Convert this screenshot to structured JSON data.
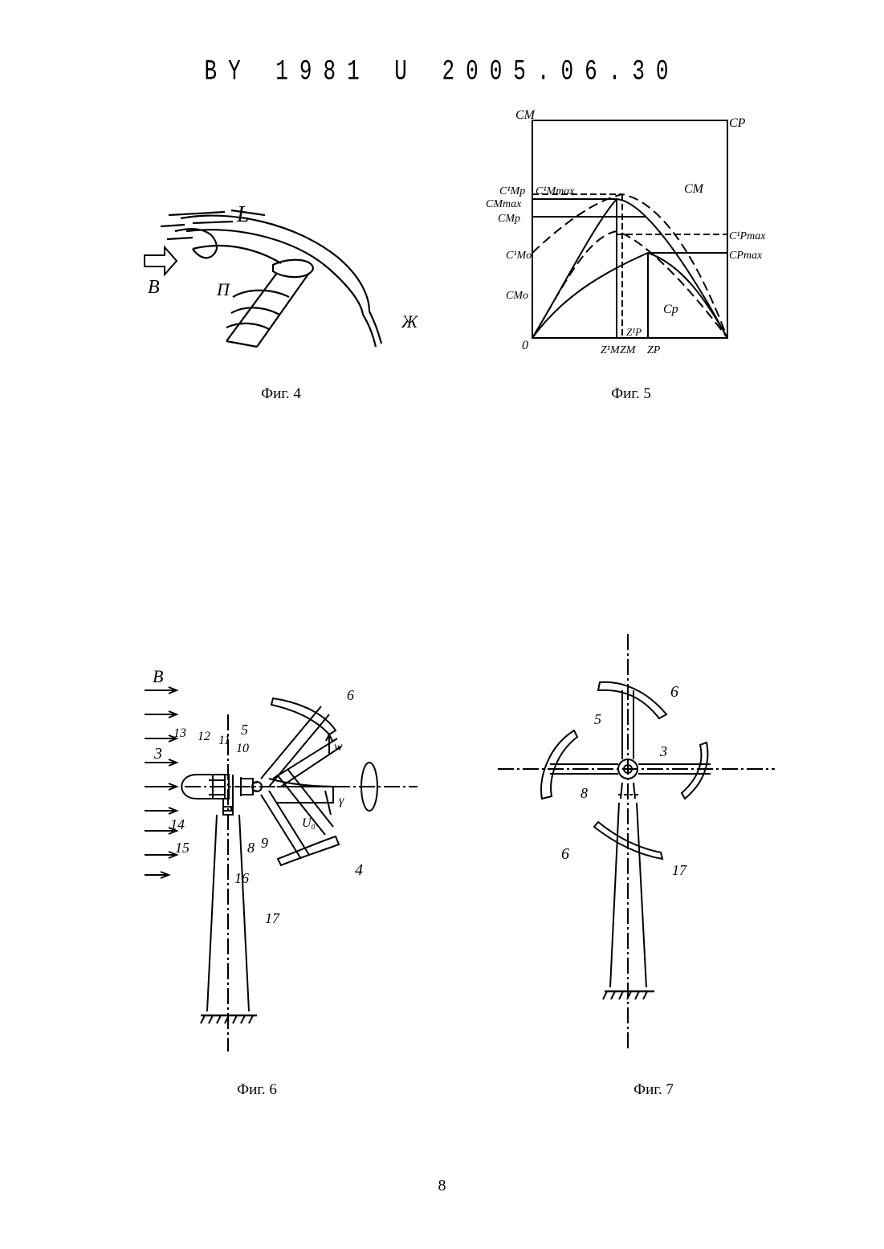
{
  "header": {
    "doc_id": "BY  1981  U  2005.06.30"
  },
  "figures": [
    {
      "caption": "Фиг. 4",
      "labels": {
        "L": "L",
        "B": "B",
        "P": "П",
        "Zh": "Ж"
      }
    },
    {
      "caption": "Фиг. 5",
      "labels": {
        "cm": "CM",
        "cp": "CP",
        "origin": "0",
        "cm1max": "C¹Mmax",
        "cm1p": "C¹Mp",
        "cmmax": "CMmax",
        "cmp": "CMp",
        "cm1o": "C¹Mo",
        "cmo": "CMo",
        "cp1max": "C¹Pmax",
        "cpmax": "CPmax",
        "curve_cm": "CM",
        "curve_cp": "Cp",
        "z1m": "Z¹M",
        "zm": "ZM",
        "zp": "ZP",
        "z1p": "Z¹P"
      }
    },
    {
      "caption": "Фиг. 6",
      "labels": {
        "B": "B",
        "w": "w",
        "u": "U₀",
        "gamma": "γ",
        "n3": "3",
        "n4": "4",
        "n5": "5",
        "n6": "6",
        "n8": "8",
        "n9": "9",
        "n10": "10",
        "n11": "11",
        "n12": "12",
        "n13": "13",
        "n14": "14",
        "n15": "15",
        "n16": "16",
        "n17": "17"
      }
    },
    {
      "caption": "Фиг. 7",
      "labels": {
        "n3": "3",
        "n5": "5",
        "n6a": "6",
        "n6b": "6",
        "n8": "8",
        "n17": "17"
      }
    }
  ],
  "page_number": "8"
}
